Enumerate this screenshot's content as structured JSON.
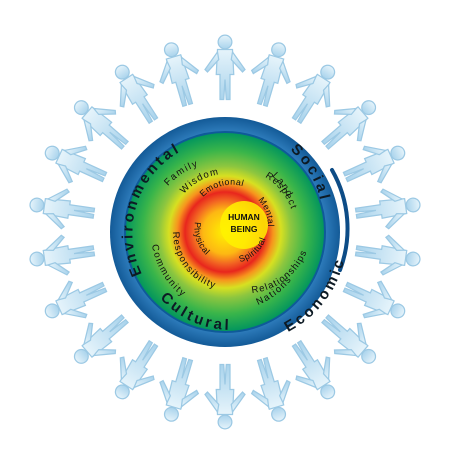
{
  "diagram": {
    "core": {
      "line1": "HUMAN",
      "line2": "BEING"
    },
    "inner_ring": {
      "emotional": "Emotional",
      "mental": "Mental",
      "spiritual": "Spiritual",
      "physical": "Physical"
    },
    "middle_ring": {
      "wisdom": "Wisdom",
      "respect": "Respect",
      "relationships": "Relationships",
      "responsibility": "Responsibility"
    },
    "outer_green_ring": {
      "family": "Family",
      "land": "Land",
      "nations": "Nations",
      "community": "Community"
    },
    "blue_ring": {
      "environmental": "Environmental",
      "social": "Social",
      "economic": "Economic",
      "cultural": "Cultural"
    }
  },
  "colors": {
    "core": "#fff200",
    "orange": "#f7941d",
    "red": "#e8261d",
    "yellow_green": "#d7e021",
    "green": "#39b54a",
    "blue_ring": "#1f74b8",
    "people": "#bfe1f3"
  },
  "decoration": {
    "people_ring": "ring of paper-chain people holding hands"
  }
}
